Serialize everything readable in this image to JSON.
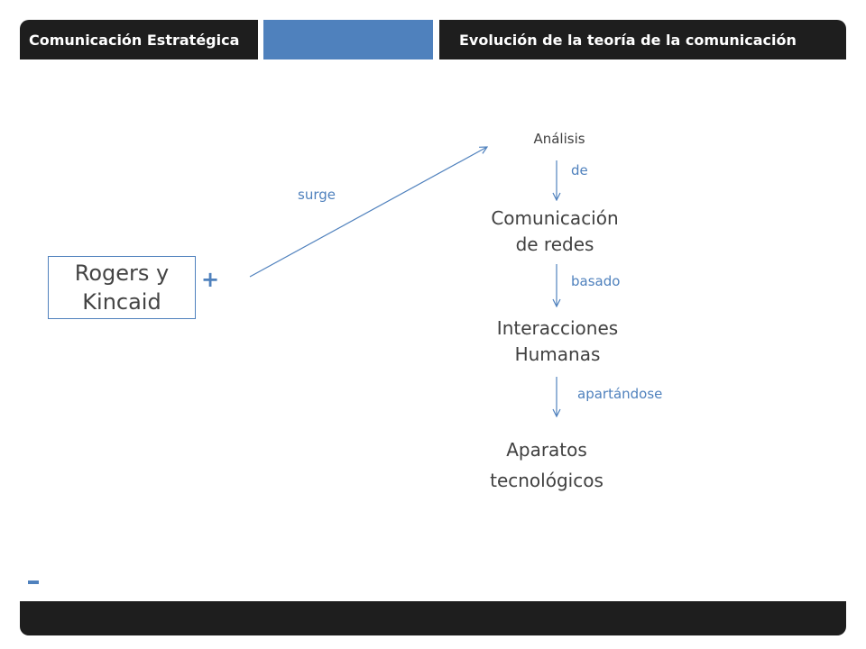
{
  "header": {
    "left_title": "Comunicación Estratégica",
    "right_title": "Evolución de la teoría de la comunicación"
  },
  "diagram": {
    "source": {
      "label_line1": "Rogers y",
      "label_line2": "Kincaid",
      "plus": "+"
    },
    "edge_surge": "surge",
    "nodes": {
      "analisis": "Análisis",
      "comunicacion_line1": "Comunicación",
      "comunicacion_line2": "de redes",
      "interacciones_line1": "Interacciones",
      "interacciones_line2": "Humanas",
      "aparatos_line1": "Aparatos",
      "aparatos_line2": "tecnológicos"
    },
    "edges": {
      "de": "de",
      "basado": "basado",
      "apartandose": "apartándose"
    }
  },
  "colors": {
    "accent": "#4f81bd",
    "bar": "#1e1e1e",
    "text": "#404040"
  }
}
